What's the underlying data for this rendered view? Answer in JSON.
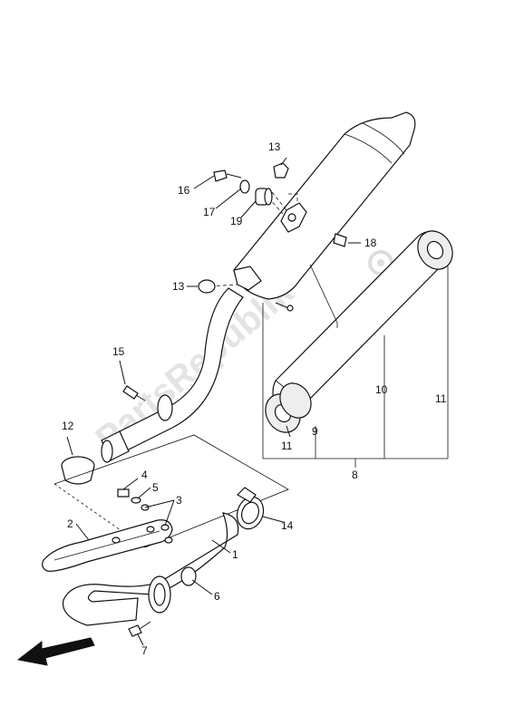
{
  "watermark": "PartsRepublik",
  "labels": {
    "l1": "1",
    "l2": "2",
    "l3": "3",
    "l4": "4",
    "l5": "5",
    "l6": "6",
    "l7": "7",
    "l8": "8",
    "l9": "9",
    "l10": "10",
    "l11a": "11",
    "l11b": "11",
    "l12": "12",
    "l13a": "13",
    "l13b": "13",
    "l14": "14",
    "l15": "15",
    "l16": "16",
    "l17": "17",
    "l18": "18",
    "l19": "19"
  }
}
